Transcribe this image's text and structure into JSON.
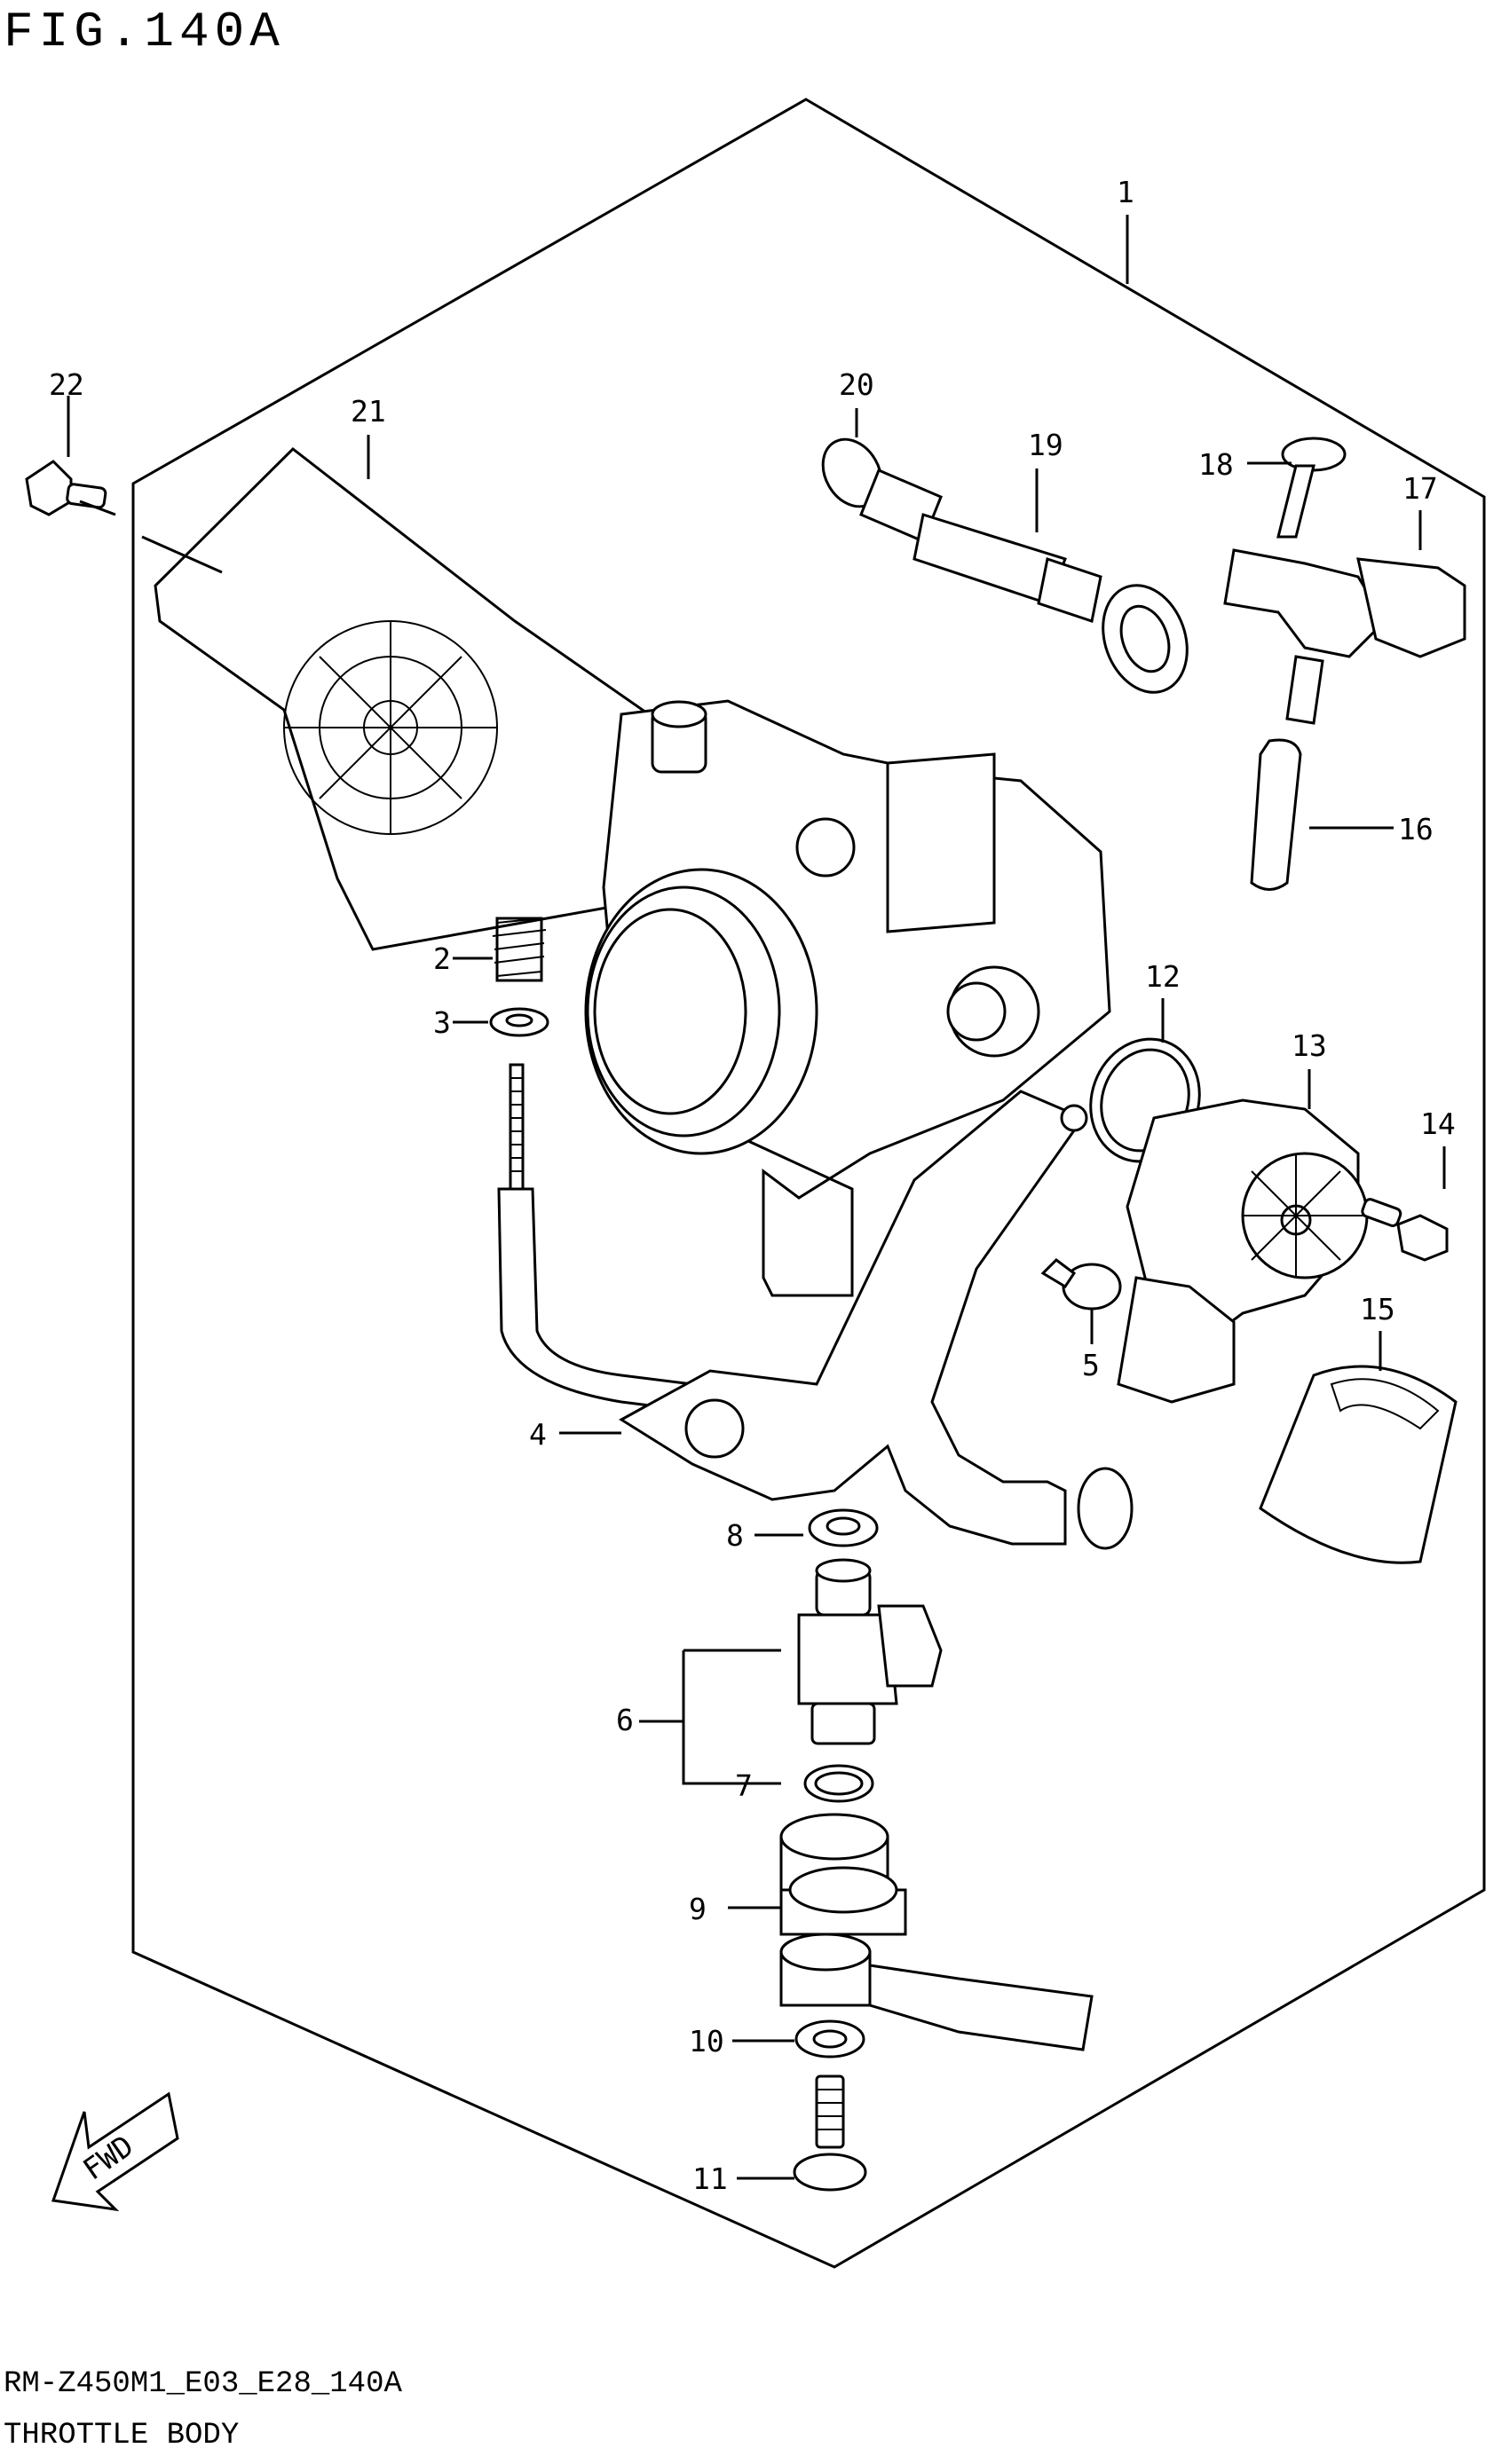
{
  "figure": {
    "title": "FIG.140A",
    "code": "RM-Z450M1_E03_E28_140A",
    "name": "THROTTLE BODY"
  },
  "direction_arrow": {
    "label": "FWD",
    "icon": "fwd-arrow-icon"
  },
  "callouts": [
    {
      "id": "1",
      "label": "1"
    },
    {
      "id": "2",
      "label": "2"
    },
    {
      "id": "3",
      "label": "3"
    },
    {
      "id": "4",
      "label": "4"
    },
    {
      "id": "5",
      "label": "5"
    },
    {
      "id": "6",
      "label": "6"
    },
    {
      "id": "7",
      "label": "7"
    },
    {
      "id": "8",
      "label": "8"
    },
    {
      "id": "9",
      "label": "9"
    },
    {
      "id": "10",
      "label": "10"
    },
    {
      "id": "11",
      "label": "11"
    },
    {
      "id": "12",
      "label": "12"
    },
    {
      "id": "13",
      "label": "13"
    },
    {
      "id": "14",
      "label": "14"
    },
    {
      "id": "15",
      "label": "15"
    },
    {
      "id": "16",
      "label": "16"
    },
    {
      "id": "17",
      "label": "17"
    },
    {
      "id": "18",
      "label": "18"
    },
    {
      "id": "19",
      "label": "19"
    },
    {
      "id": "20",
      "label": "20"
    },
    {
      "id": "21",
      "label": "21"
    },
    {
      "id": "22",
      "label": "22"
    }
  ]
}
